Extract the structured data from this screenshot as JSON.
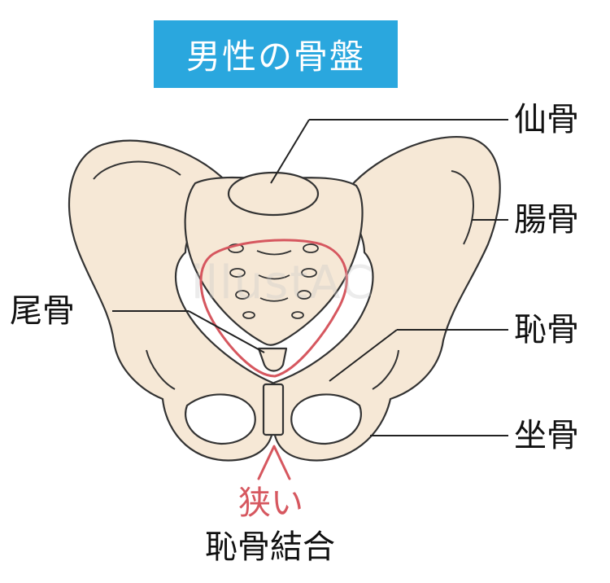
{
  "title": "男性の骨盤",
  "labels": {
    "sacrum": "仙骨",
    "ilium": "腸骨",
    "coccyx": "尾骨",
    "pubis": "恥骨",
    "ischium": "坐骨",
    "narrow": "狭い",
    "pubic_symphysis": "恥骨結合"
  },
  "watermark": "illustAC",
  "colors": {
    "title_bg": "#2aa7de",
    "bone_fill": "#f6e8d6",
    "outline": "#333333",
    "pelvic_inlet": "#d6575f",
    "narrow_text": "#d6575f"
  }
}
